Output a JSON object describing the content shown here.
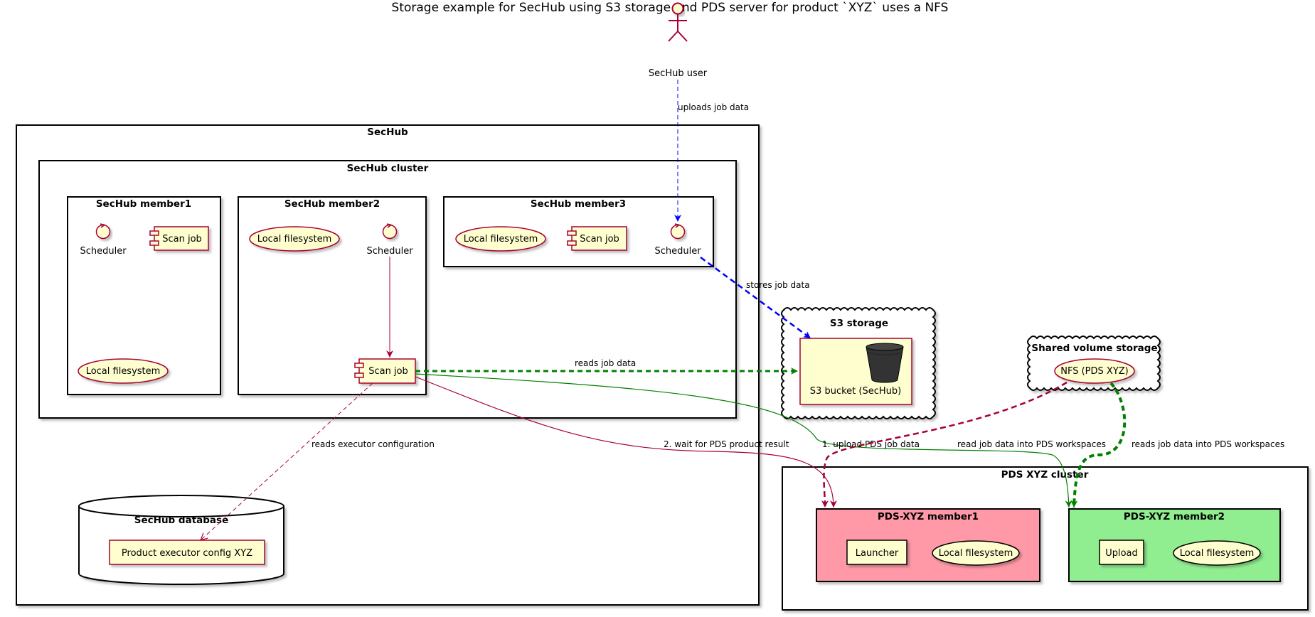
{
  "title": "Storage example for SecHub using S3 storage and PDS server for product `XYZ` uses a NFS",
  "actor": {
    "label": "SecHub user"
  },
  "packages": {
    "sechub": "SecHub",
    "cluster": "SecHub cluster",
    "member1": "SecHub member1",
    "member2": "SecHub member2",
    "member3": "SecHub member3",
    "database": "SecHub database",
    "s3": "S3 storage",
    "shared": "Shared volume storage",
    "pds_cluster": "PDS XYZ cluster",
    "pds_member1": "PDS-XYZ member1",
    "pds_member2": "PDS-XYZ member2"
  },
  "nodes": {
    "m1_scheduler": "Scheduler",
    "m1_scanjob": "Scan job",
    "m1_localfs": "Local filesystem",
    "m2_localfs": "Local filesystem",
    "m2_scheduler": "Scheduler",
    "m2_scanjob": "Scan job",
    "m3_localfs": "Local filesystem",
    "m3_scanjob": "Scan job",
    "m3_scheduler": "Scheduler",
    "db_config": "Product executor config XYZ",
    "s3_bucket": "S3 bucket (SecHub)",
    "nfs": "NFS (PDS XYZ)",
    "pds1_launcher": "Launcher",
    "pds1_localfs": "Local filesystem",
    "pds2_upload": "Upload",
    "pds2_localfs": "Local filesystem"
  },
  "edges": {
    "uploads": "uploads job data",
    "stores": "stores job data",
    "reads_job": "reads job data",
    "reads_exec": "reads executor configuration",
    "wait": "2. wait for PDS product result",
    "upload_pds": "1. upload PDS job data",
    "read_ws1": "read job data into PDS workspaces",
    "read_ws2": "reads job data into PDS workspaces"
  },
  "colors": {
    "element_fill": "#FEFECE",
    "element_border": "#A80036",
    "pds_member1_fill": "#FF99A8",
    "pds_member2_fill": "#90EE90",
    "blue_edge": "#0000FF",
    "green_edge": "#008000",
    "red_edge": "#A80036",
    "bucket": "#333333"
  }
}
